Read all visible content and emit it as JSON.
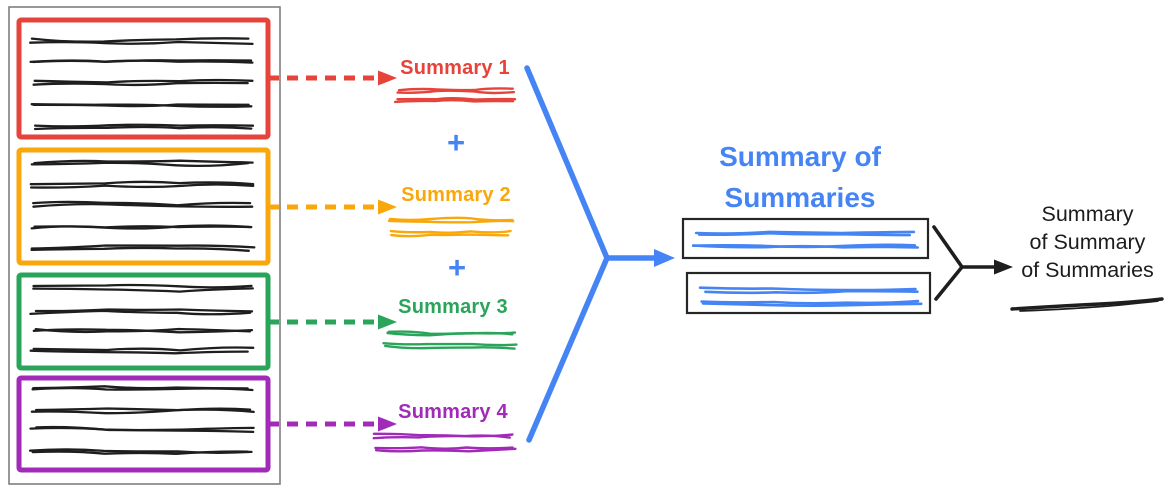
{
  "diagram": {
    "title": "hierarchical-summarization-flow"
  },
  "colors": {
    "red": "#E6443A",
    "orange": "#F9A70B",
    "green": "#2AA45A",
    "purple": "#A12BB8",
    "blue": "#4584F4",
    "ink": "#1E1E1E",
    "container_border": "#7E7E7E",
    "box_border": "#262626"
  },
  "source_document": {
    "sections": [
      {
        "name": "document-chunk-1",
        "color": "red",
        "text_lines": 5
      },
      {
        "name": "document-chunk-2",
        "color": "orange",
        "text_lines": 5
      },
      {
        "name": "document-chunk-3",
        "color": "green",
        "text_lines": 4
      },
      {
        "name": "document-chunk-4",
        "color": "purple",
        "text_lines": 4
      }
    ]
  },
  "summaries": [
    {
      "label": "Summary 1",
      "color": "red",
      "scribble_lines": 2
    },
    {
      "label": "Summary 2",
      "color": "orange",
      "scribble_lines": 2
    },
    {
      "label": "Summary 3",
      "color": "green",
      "scribble_lines": 2
    },
    {
      "label": "Summary 4",
      "color": "purple",
      "scribble_lines": 2
    }
  ],
  "plus_sign": "+",
  "summary_of_summaries": {
    "title": "Summary of\nSummaries",
    "color": "blue",
    "boxes": [
      {
        "name": "summary-of-summaries-box-1",
        "text_lines": 2
      },
      {
        "name": "summary-of-summaries-box-2",
        "text_lines": 2
      }
    ]
  },
  "final_summary": {
    "title": "Summary\nof Summary\nof Summaries",
    "scribble_lines": 1
  }
}
